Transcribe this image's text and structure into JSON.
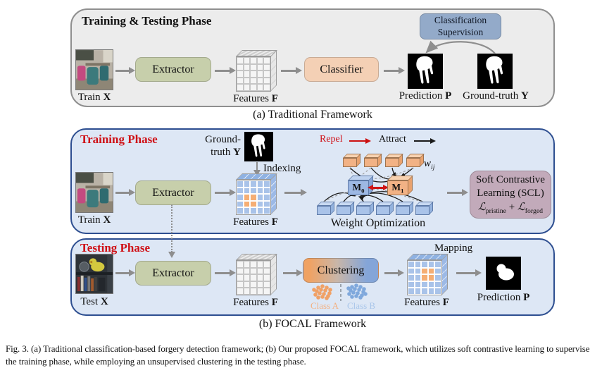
{
  "colors": {
    "panel_a_bg": "#ececec",
    "panel_a_border": "#8f8f8f",
    "panel_blue_bg": "#dde7f5",
    "panel_blue_border": "#2d4e90",
    "phase_title_red": "#cf1016",
    "extractor_bg": "#c7cfab",
    "classifier_bg": "#f4d0b5",
    "supervision_bg": "#93aac9",
    "scl_bg": "#c2aaba",
    "cluster_gradient_left": "#f0a263",
    "cluster_gradient_right": "#84a5d8",
    "arrow_gray": "#8e8e8e",
    "repel_red": "#cc1111",
    "feature_blue": "#a9c3e9",
    "feature_orange": "#f5ae74"
  },
  "panel_a": {
    "title": "Training & Testing Phase",
    "caption": "(a) Traditional Framework",
    "input_label": {
      "prefix": "Train ",
      "bold": "X"
    },
    "extractor_label": "Extractor",
    "features_label": {
      "prefix": "Features ",
      "bold": "F"
    },
    "classifier_label": "Classifier",
    "supervision": {
      "line1": "Classification",
      "line2": "Supervision"
    },
    "prediction_label": {
      "prefix": "Prediction ",
      "bold": "P"
    },
    "groundtruth_label": {
      "prefix": "Ground-truth ",
      "bold": "Y"
    }
  },
  "panel_b": {
    "caption": "(b) FOCAL Framework",
    "training": {
      "title": "Training Phase",
      "groundtruth": {
        "line1": "Ground-",
        "line2_prefix": "truth ",
        "bold": "Y"
      },
      "indexing_label": "Indexing",
      "input_label": {
        "prefix": "Train ",
        "bold": "X"
      },
      "extractor_label": "Extractor",
      "features_label": {
        "prefix": "Features ",
        "bold": "F"
      },
      "legend": {
        "repel": "Repel",
        "attract": "Attract"
      },
      "memory": {
        "m0_base": "M",
        "m0_sub": "0",
        "m1_base": "M",
        "m1_sub": "1"
      },
      "weight_symbol": {
        "base": "w",
        "sub": "ij"
      },
      "weight_opt_label": "Weight Optimization",
      "scl": {
        "line1": "Soft Contrastive",
        "line2": "Learning (SCL)",
        "loss_base1": "ℒ",
        "loss_sub1": "pristine",
        "loss_op": " + ",
        "loss_base2": "ℒ",
        "loss_sub2": "forged"
      }
    },
    "testing": {
      "title": "Testing Phase",
      "input_label": {
        "prefix": "Test ",
        "bold": "X"
      },
      "extractor_label": "Extractor",
      "features_label": {
        "prefix": "Features ",
        "bold": "F"
      },
      "clustering_label": "Clustering",
      "class_a": "Class A",
      "class_b": "Class B",
      "mapping_label": "Mapping",
      "features_out_label": {
        "prefix": "Features ",
        "bold": "F"
      },
      "prediction_label": {
        "prefix": "Prediction ",
        "bold": "P"
      }
    }
  },
  "figure_caption": "Fig. 3.  (a) Traditional classification-based forgery detection framework; (b) Our proposed FOCAL framework, which utilizes soft contrastive learning to supervise the training phase, while employing an unsupervised clustering in the testing phase.",
  "cubes": {
    "a_gray": {
      "cell": "#f5f5f5",
      "hl": []
    },
    "b_blue_in": {
      "cell": "#a9c3e9",
      "hl": [
        [
          2,
          1
        ],
        [
          2,
          2
        ],
        [
          3,
          1
        ],
        [
          3,
          2
        ]
      ]
    },
    "b_gray": {
      "cell": "#f5f5f5",
      "hl": []
    },
    "b_blue_out": {
      "cell": "#a9c3e9",
      "hl": [
        [
          1,
          2
        ],
        [
          1,
          3
        ],
        [
          2,
          2
        ],
        [
          2,
          3
        ]
      ]
    }
  }
}
